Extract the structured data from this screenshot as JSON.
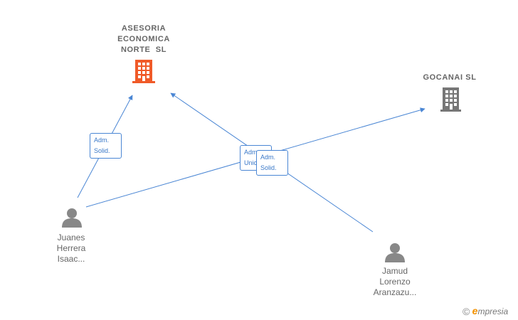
{
  "nodes": {
    "company_asesoria": {
      "label_lines": [
        "ASESORIA",
        "ECONOMICA",
        "NORTE  SL"
      ],
      "color": "#f05a28"
    },
    "company_gocanai": {
      "label_lines": [
        "GOCANAI SL"
      ],
      "color": "#777777"
    },
    "person_juanes": {
      "label_lines": [
        "Juanes",
        "Herrera",
        "Isaac..."
      ]
    },
    "person_jamud": {
      "label_lines": [
        "Jamud",
        "Lorenzo",
        "Aranzazu..."
      ]
    }
  },
  "edges": [
    {
      "label_lines": [
        "Adm.",
        "Solid."
      ]
    },
    {
      "label_lines": [
        "Adm.",
        "Unic."
      ]
    },
    {
      "label_lines": [
        "Adm.",
        "Solid."
      ]
    }
  ],
  "colors": {
    "edge": "#4a86d4",
    "person_icon": "#888888"
  },
  "watermark": {
    "copyright_symbol": "©",
    "brand_e": "e",
    "brand_rest": "mpresia"
  }
}
